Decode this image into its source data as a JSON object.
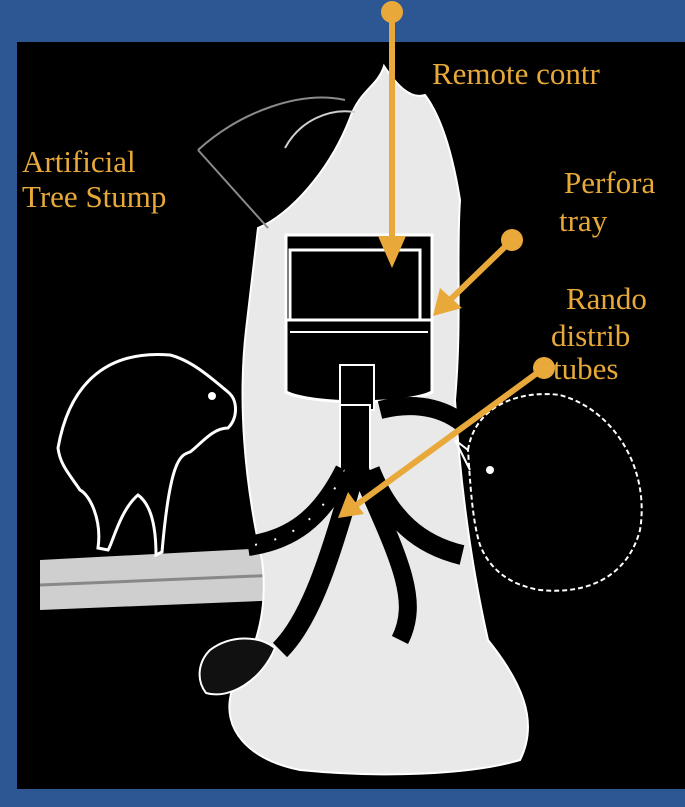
{
  "labels": {
    "remote": "Remote contr",
    "stump_line1": "Artificial",
    "stump_line2": "Tree Stump",
    "tray_line1": "Perfora",
    "tray_line2": "tray",
    "random_line1": "Rando",
    "random_line2": "distrib",
    "random_line3": "tubes"
  },
  "colors": {
    "background": "#2c5793",
    "panel": "#000000",
    "callout": "#e8a93a",
    "sketch": "#ffffff"
  }
}
